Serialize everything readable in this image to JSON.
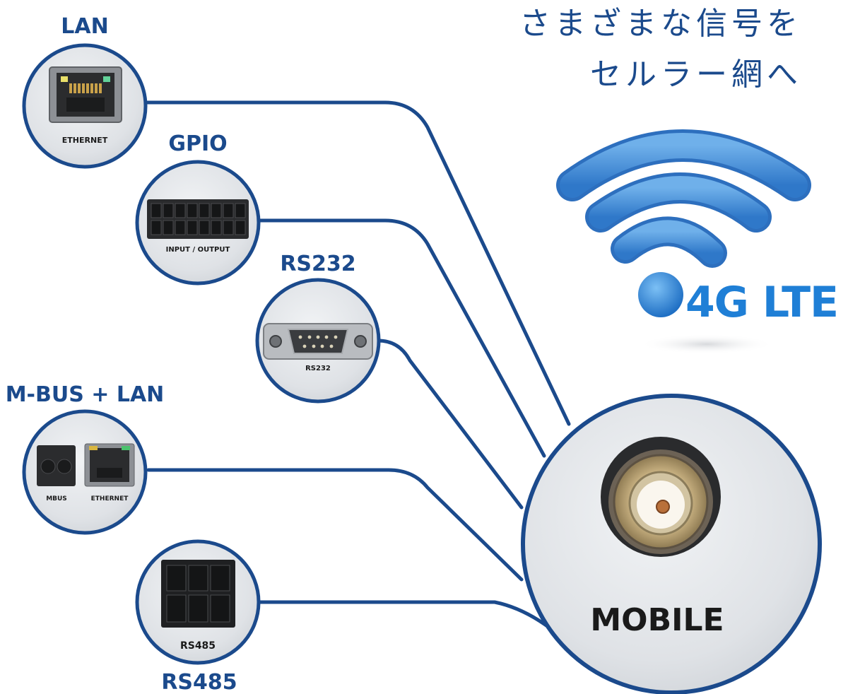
{
  "headline": {
    "line1": "さまざまな信号を",
    "line2": "セルラー網へ"
  },
  "ports": {
    "lan": {
      "label": "LAN",
      "caption": "ETHERNET"
    },
    "gpio": {
      "label": "GPIO",
      "caption": "INPUT / OUTPUT"
    },
    "rs232": {
      "label": "RS232",
      "caption": "RS232"
    },
    "mbus": {
      "label": "M-BUS + LAN",
      "caption_left": "MBUS",
      "caption_right": "ETHERNET"
    },
    "rs485": {
      "label": "RS485",
      "caption": "RS485"
    }
  },
  "mobile": {
    "caption": "MOBILE"
  },
  "network": {
    "label": "4G LTE",
    "icon": "wifi-signal-icon"
  },
  "colors": {
    "line": "#1b4a8c",
    "label": "#1b4a8c",
    "lte": "#1f7fd6",
    "panel": "#e2e5e9"
  }
}
